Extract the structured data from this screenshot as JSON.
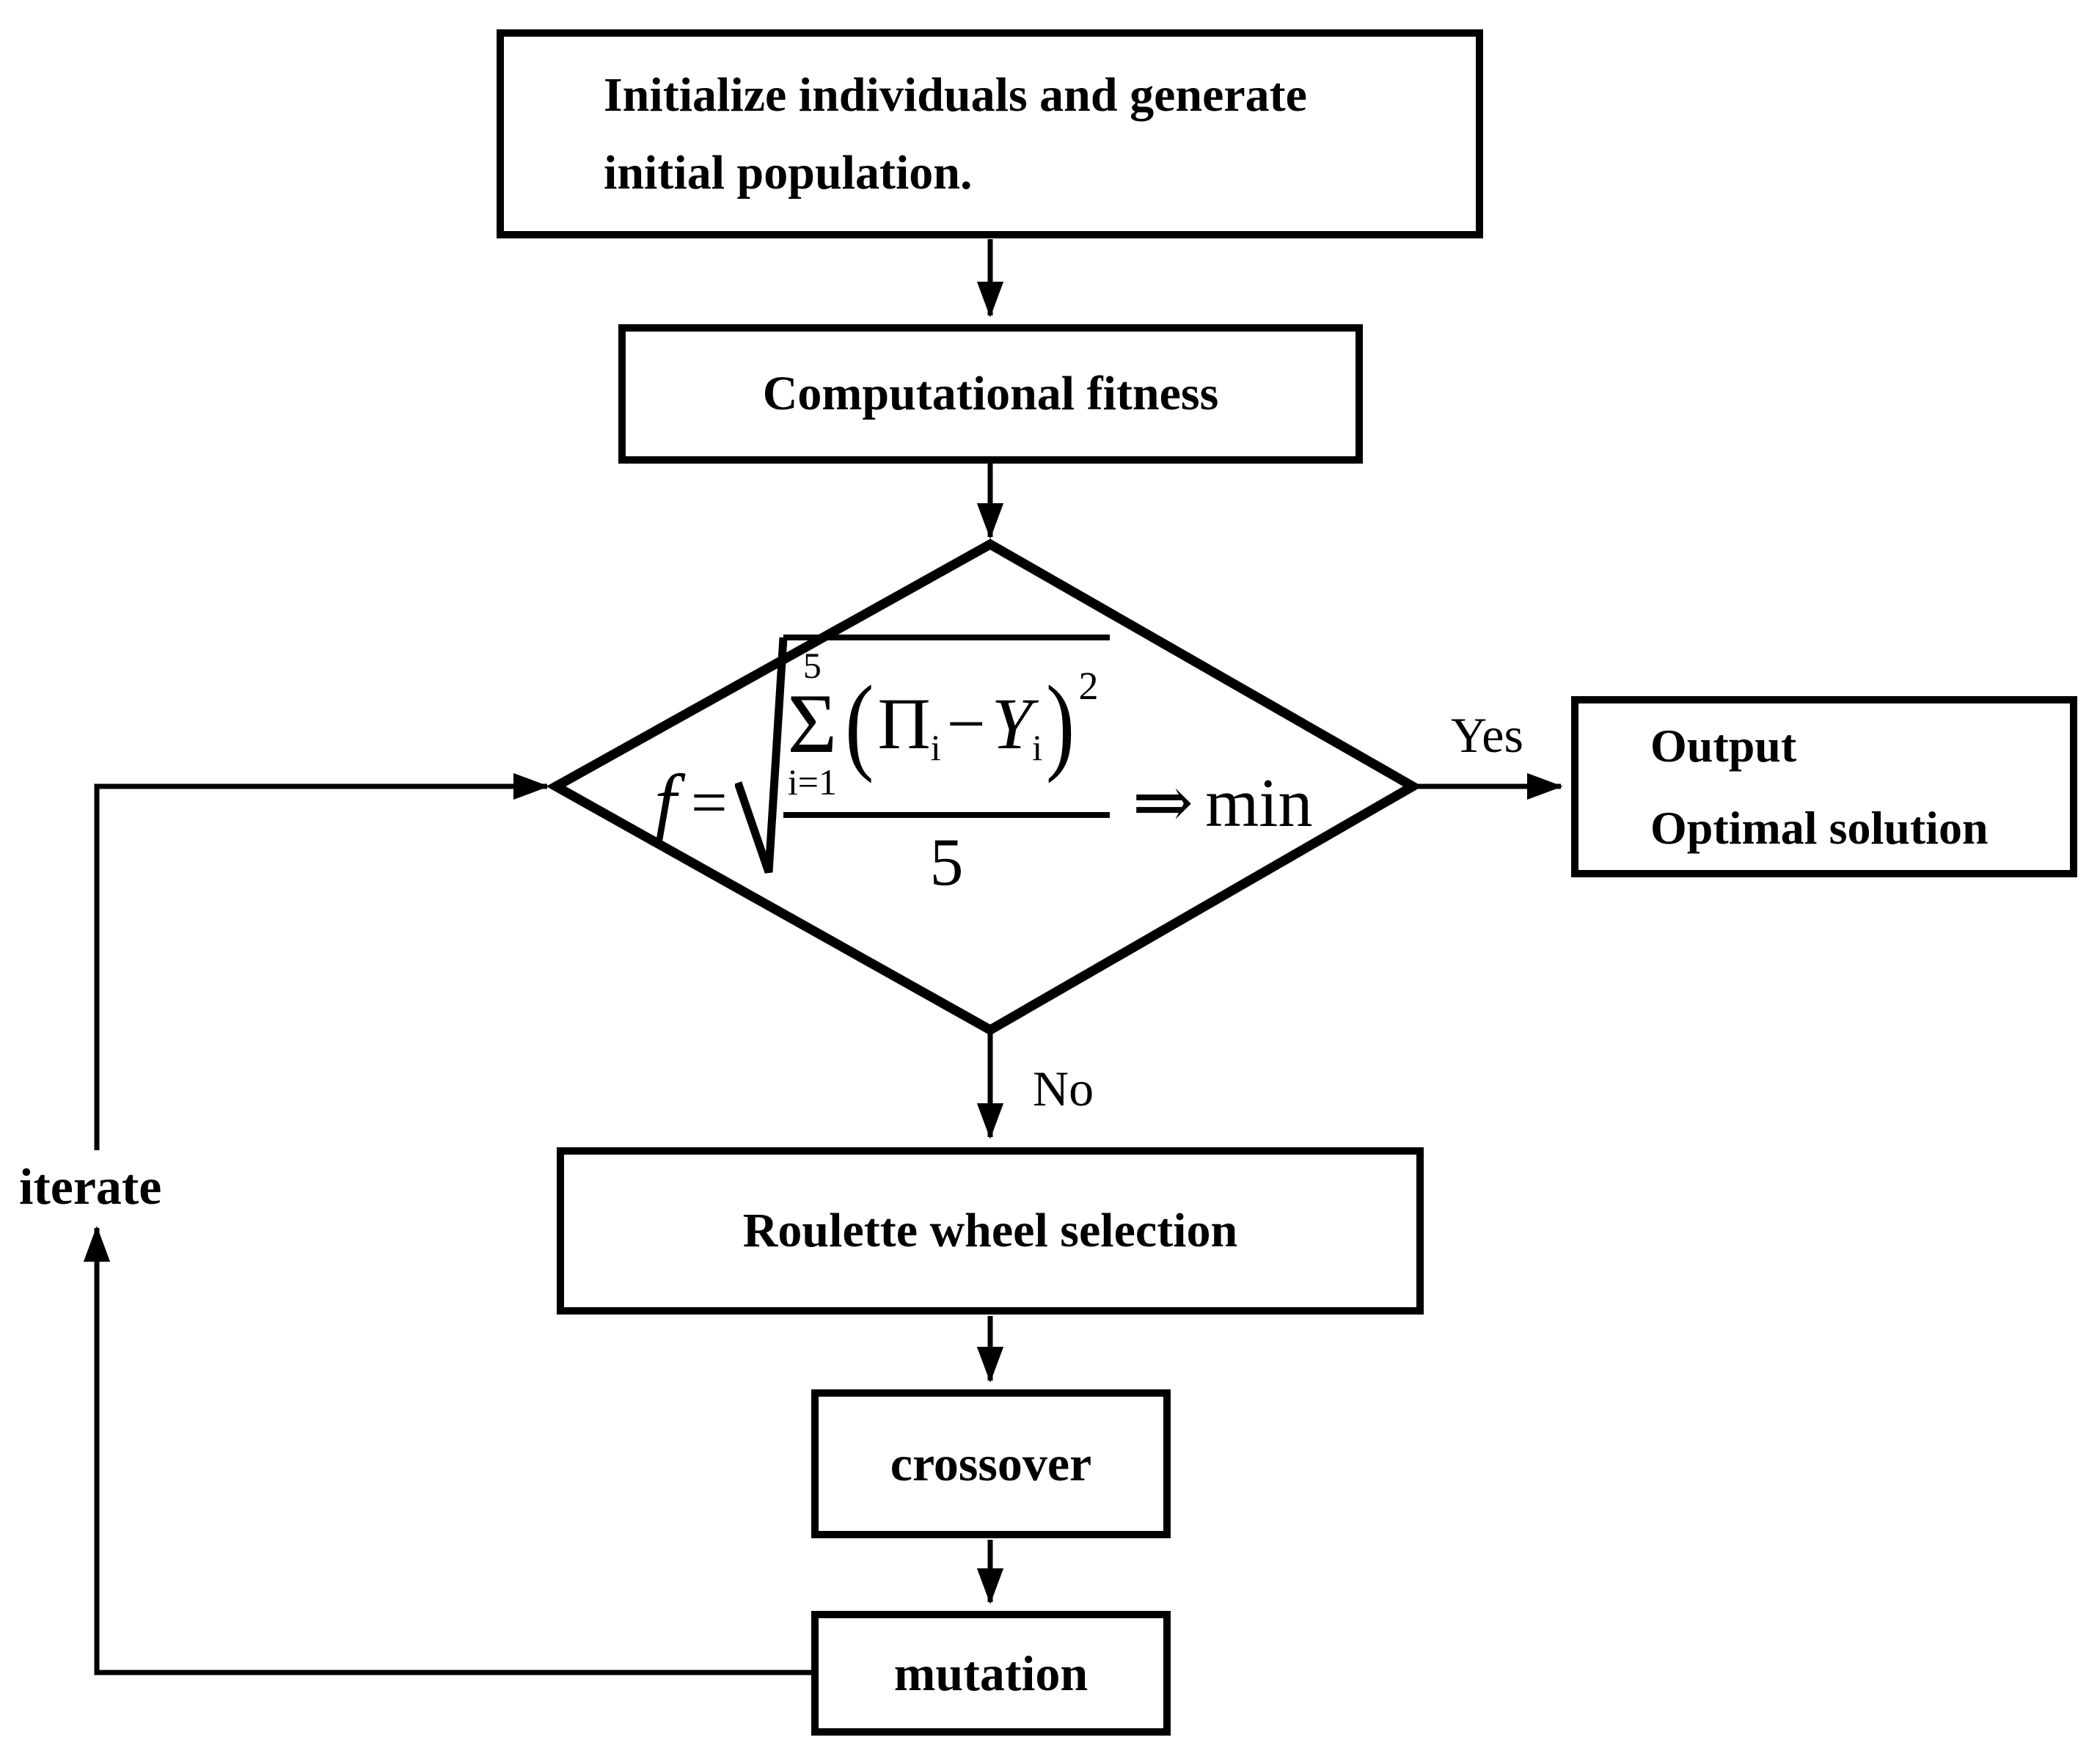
{
  "flowchart": {
    "nodes": {
      "initialize": {
        "line1": "Initialize individuals and generate",
        "line2": "initial population."
      },
      "fitness": {
        "label": "Computational fitness"
      },
      "output": {
        "line1": "Output",
        "line2": "Optimal solution"
      },
      "roulette": {
        "label": "Roulette wheel selection"
      },
      "crossover": {
        "label": "crossover"
      },
      "mutation": {
        "label": "mutation"
      }
    },
    "decision_formula": {
      "lhs": "f",
      "eq": "=",
      "sum_upper": "5",
      "sum_symbol": "Σ",
      "sum_lower": "i=1",
      "lparen": "(",
      "pi_symbol": "Π",
      "pi_sub": "i",
      "minus": "−",
      "y_symbol": "Y",
      "y_sub": "i",
      "rparen": ")",
      "power": "2",
      "denominator": "5",
      "implies": "⇒",
      "target": "min"
    },
    "edge_labels": {
      "yes": "Yes",
      "no": "No",
      "iterate": "iterate"
    },
    "colors": {
      "ink": "#000000",
      "background": "#ffffff"
    }
  }
}
